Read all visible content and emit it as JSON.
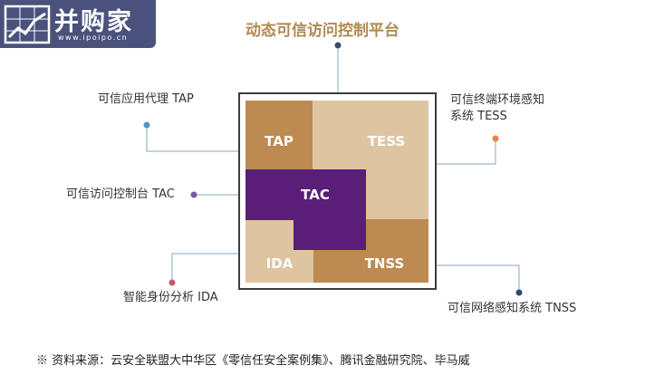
{
  "watermark": {
    "name": "并购家",
    "url": "www.ipoipo.cn"
  },
  "title": "动态可信访问控制平台",
  "blocks": {
    "tap": "TAP",
    "tess": "TESS",
    "tac": "TAC",
    "ida": "IDA",
    "tnss": "TNSS"
  },
  "labels": {
    "tap": "可信应用代理 TAP",
    "tess_line1": "可信终端环境感知",
    "tess_line2": "系统 TESS",
    "tac": "可信访问控制台 TAC",
    "ida": "智能身份分析 IDA",
    "tnss": "可信网络感知系统 TNSS"
  },
  "footer": "※ 资料来源：云安全联盟大中华区《零信任安全案例集》、腾讯金融研究院、毕马威",
  "colors": {
    "tap": "#bd8a52",
    "tess": "#dfc4a2",
    "tac": "#5a1e79",
    "ida": "#dfc4a2",
    "tnss": "#bd8a52",
    "title": "#b08a52",
    "dot_top": "#3b4a66",
    "dot_tap": "#4f93c8",
    "dot_tess": "#e7853c",
    "dot_tac": "#7b5aa1",
    "dot_ida": "#c9586b",
    "dot_tnss": "#2b4a73"
  }
}
